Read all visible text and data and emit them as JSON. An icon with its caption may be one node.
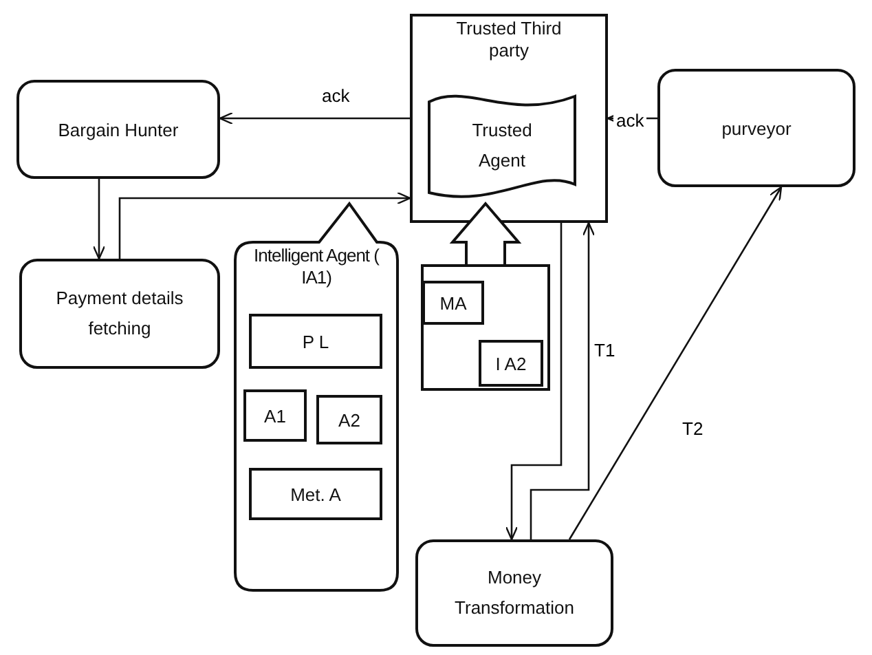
{
  "diagram": {
    "nodes": [
      {
        "text": [
          "Bargain Hunter"
        ]
      },
      {
        "text": [
          "Trusted Third party"
        ]
      },
      {
        "text": [
          "Trusted Agent"
        ],
        "in": 1
      },
      {
        "text": [
          "purveyor"
        ]
      },
      {
        "text": [
          "Payment details fetching"
        ]
      },
      {
        "text": [
          "Intelligent Agent ( IA1)"
        ]
      },
      {
        "text": [
          "P L"
        ],
        "in": 5
      },
      {
        "text": [
          "A1"
        ],
        "in": 5
      },
      {
        "text": [
          "A2"
        ],
        "in": 5
      },
      {
        "text": [
          "Met. A"
        ],
        "in": 5
      },
      {
        "text": [],
        "shape": "box"
      },
      {
        "text": [
          "MA"
        ],
        "in": 10
      },
      {
        "text": [
          "I A2"
        ],
        "in": 10
      },
      {
        "text": [
          "Money Transformation"
        ]
      }
    ],
    "edges": [
      {
        "from": 1,
        "to": 0,
        "arrow": "to",
        "label": "ack"
      },
      {
        "from": 3,
        "to": 1,
        "arrow": "to",
        "label": "ack"
      },
      {
        "from": 0,
        "to": 4,
        "arrow": "to"
      },
      {
        "from": 4,
        "to": 1,
        "arrow": "to"
      },
      {
        "from": 1,
        "to": 13,
        "arrow": "to"
      },
      {
        "from": 13,
        "to": 1,
        "arrow": "to",
        "label": "T1"
      },
      {
        "from": 13,
        "to": 3,
        "arrow": "to",
        "label": "T2"
      },
      {
        "from": 10,
        "to": 2,
        "arrow": "to",
        "style": "thick"
      }
    ]
  }
}
